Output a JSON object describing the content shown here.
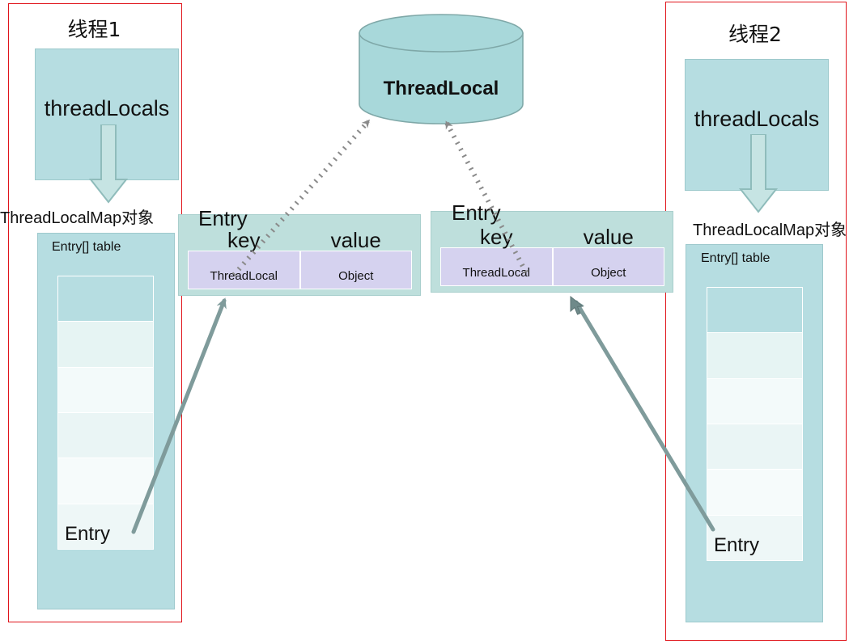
{
  "diagram": {
    "title_semantic": "ThreadLocal / ThreadLocalMap memory structure",
    "colors": {
      "panel_border": "#e0141b",
      "teal_fill": "#b6dde1",
      "teal_stroke": "#9dc9cc",
      "entry_fill": "#bedfdc",
      "kv_fill": "#d5d2ef",
      "arrow_solid": "#7f9b9b",
      "arrow_dotted": "#8a8a8a",
      "cylinder_fill": "#a8d8da",
      "cylinder_stroke": "#7fa8a8"
    }
  },
  "center": {
    "cylinder_label": "ThreadLocal"
  },
  "threads": [
    {
      "id": "thread1",
      "title": "线程1",
      "field_box_label": "threadLocals",
      "map_label": "ThreadLocalMap对象",
      "table_title": "Entry[] table",
      "cells": [
        "",
        "",
        "",
        "",
        "",
        "Entry"
      ],
      "entry_cell_index": 5
    },
    {
      "id": "thread2",
      "title": "线程2",
      "field_box_label": "threadLocals",
      "map_label": "ThreadLocalMap对象",
      "table_title": "Entry[] table",
      "cells": [
        "",
        "",
        "",
        "",
        "",
        "Entry"
      ],
      "entry_cell_index": 5
    }
  ],
  "entries": [
    {
      "id": "entry1",
      "title": "Entry",
      "key_header": "key",
      "value_header": "value",
      "key_text": "ThreadLocal",
      "value_text": "Object"
    },
    {
      "id": "entry2",
      "title": "Entry",
      "key_header": "key",
      "value_header": "value",
      "key_text": "ThreadLocal",
      "value_text": "Object"
    }
  ],
  "connectors": [
    {
      "name": "entry1-key-to-threadlocal",
      "style": "dotted",
      "from": "entry1.key",
      "to": "threadlocal-cylinder"
    },
    {
      "name": "entry2-key-to-threadlocal",
      "style": "dotted",
      "from": "entry2.key",
      "to": "threadlocal-cylinder"
    },
    {
      "name": "thread1-table-cell-to-entry1",
      "style": "solid",
      "from": "thread1.table.cell5",
      "to": "entry1"
    },
    {
      "name": "thread2-table-cell-to-entry2",
      "style": "solid",
      "from": "thread2.table.cell5",
      "to": "entry2"
    }
  ]
}
